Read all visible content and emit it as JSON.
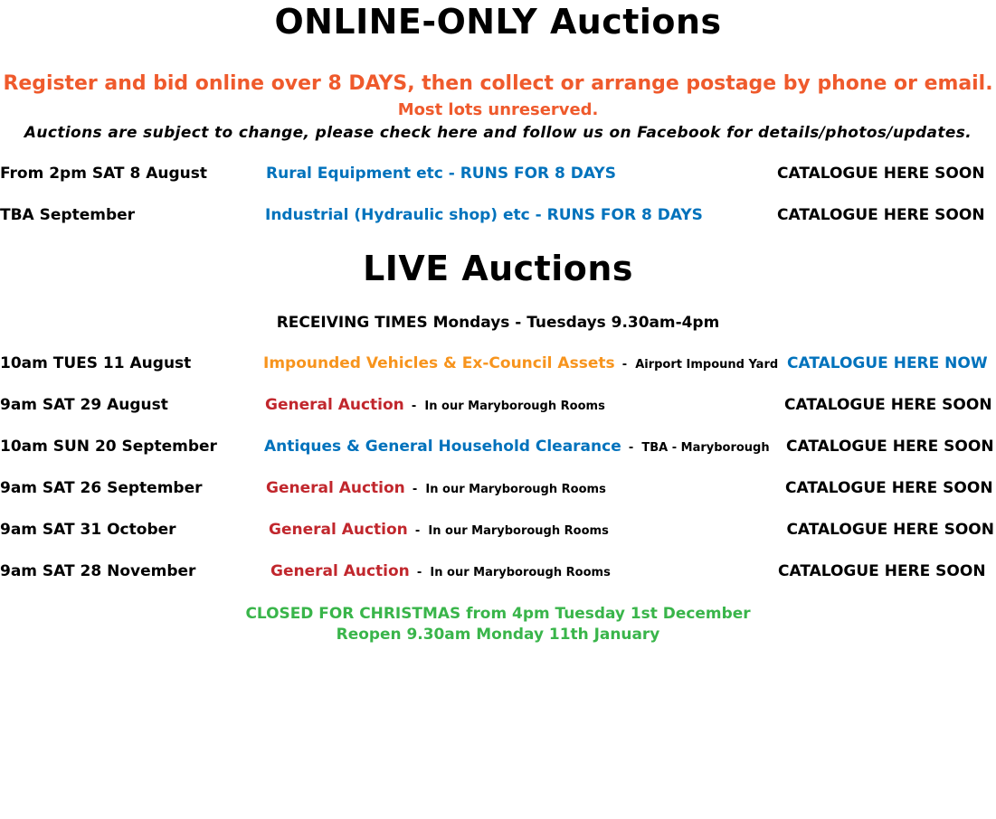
{
  "colors": {
    "orange_red": "#ef5a2c",
    "blue": "#0072bc",
    "orange": "#f7941d",
    "red": "#c1272d",
    "green": "#39b54a",
    "black": "#000000"
  },
  "online": {
    "title": "ONLINE-ONLY Auctions",
    "intro_line1": "Register and bid online over 8 DAYS, then collect or arrange postage by phone or email.",
    "intro_line2": "Most lots unreserved.",
    "intro_line3": "Auctions are subject to change, please check here and follow us on Facebook for details/photos/updates.",
    "rows": [
      {
        "date": "From 2pm SAT 8 August",
        "title": "Rural Equipment etc - RUNS FOR 8 DAYS",
        "catalogue": "CATALOGUE HERE SOON"
      },
      {
        "date": "TBA September",
        "title": "Industrial (Hydraulic shop) etc - RUNS FOR 8 DAYS",
        "catalogue": "CATALOGUE HERE SOON"
      }
    ]
  },
  "live": {
    "title": "LIVE Auctions",
    "receiving": "RECEIVING TIMES Mondays - Tuesdays 9.30am-4pm",
    "rows": [
      {
        "date": "10am TUES 11 August",
        "title": "Impounded Vehicles & Ex-Council Assets",
        "sep": "-",
        "location": "Airport Impound Yard",
        "catalogue": "CATALOGUE HERE NOW"
      },
      {
        "date": "9am SAT 29 August",
        "title": "General Auction",
        "sep": "-",
        "location": "In our Maryborough Rooms",
        "catalogue": "CATALOGUE HERE SOON"
      },
      {
        "date": "10am SUN 20 September",
        "title": "Antiques & General Household Clearance",
        "sep": "-",
        "location": "TBA - Maryborough",
        "catalogue": "CATALOGUE HERE SOON"
      },
      {
        "date": "9am SAT 26 September",
        "title": "General Auction",
        "sep": "-",
        "location": "In our Maryborough Rooms",
        "catalogue": "CATALOGUE HERE SOON"
      },
      {
        "date": "9am SAT 31 October",
        "title": "General Auction",
        "sep": "-",
        "location": "In our Maryborough Rooms",
        "catalogue": "CATALOGUE HERE SOON"
      },
      {
        "date": "9am SAT 28 November",
        "title": "General Auction",
        "sep": "-",
        "location": "In our Maryborough Rooms",
        "catalogue": "CATALOGUE HERE SOON"
      }
    ],
    "closed_line1": "CLOSED FOR CHRISTMAS from 4pm Tuesday 1st December",
    "closed_line2": "Reopen 9.30am Monday 11th January"
  }
}
